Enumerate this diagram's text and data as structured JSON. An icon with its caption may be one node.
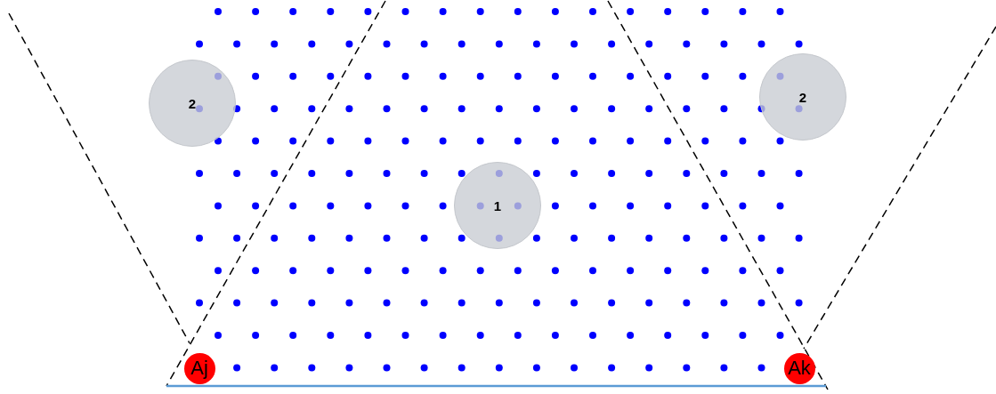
{
  "diagram": {
    "nodes": [
      {
        "text": [
          "2"
        ]
      },
      {
        "text": [
          "1"
        ]
      },
      {
        "text": [
          "2"
        ]
      },
      {
        "text": [
          "Aj"
        ]
      },
      {
        "text": [
          "Ak"
        ]
      }
    ],
    "edges": []
  }
}
